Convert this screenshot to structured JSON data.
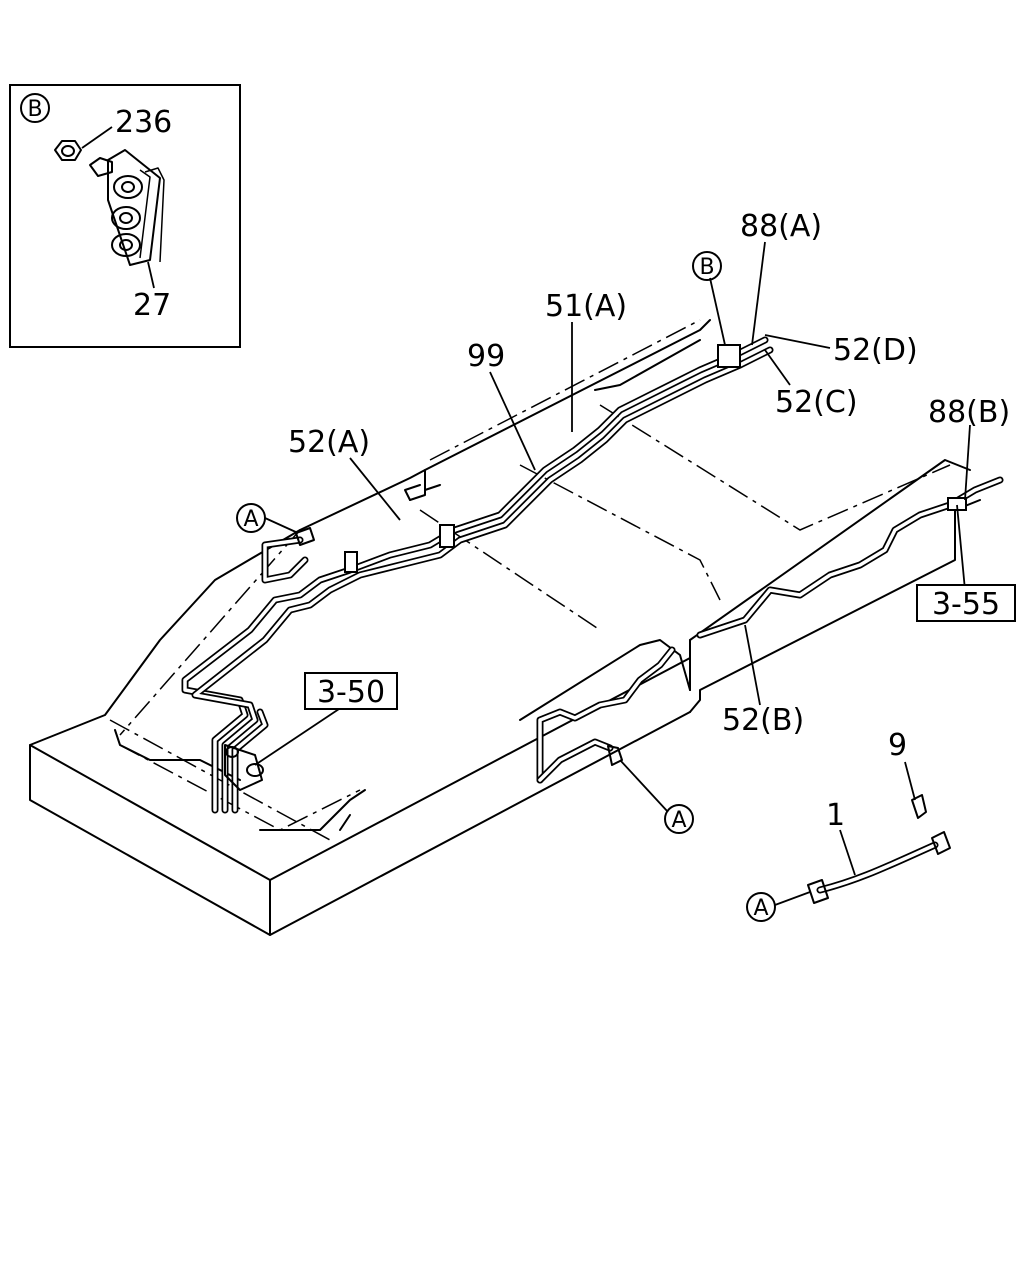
{
  "inset": {
    "marker": "B",
    "callouts": {
      "nut": "236",
      "clip": "27"
    }
  },
  "callouts": {
    "tube_88a": "88(A)",
    "tube_51a": "51(A)",
    "tube_52d": "52(D)",
    "tube_52c": "52(C)",
    "tube_99": "99",
    "tube_88b": "88(B)",
    "tube_52a": "52(A)",
    "tube_52b": "52(B)",
    "clip_9": "9",
    "hose_1": "1"
  },
  "references": {
    "ref_355": "3-55",
    "ref_350": "3-50"
  },
  "markers": {
    "a_left": "A",
    "a_mid": "A",
    "a_hose": "A",
    "b_clip": "B"
  }
}
